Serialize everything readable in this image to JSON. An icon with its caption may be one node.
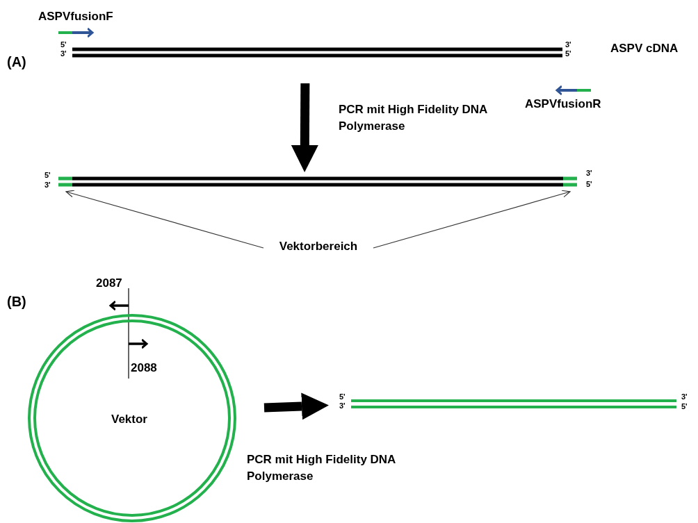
{
  "diagram": {
    "nodes": [
      {
        "text": [],
        "shape": "bar",
        "beside": [
          "5'",
          "3'",
          "3'",
          "5'"
        ]
      },
      {
        "text": [
          "ASPVfusionF"
        ]
      },
      {
        "text": [
          "ASPVfusionR"
        ]
      },
      {
        "text": [],
        "shape": "bar",
        "beside": [
          "5'",
          "3'",
          "3'",
          "5'"
        ]
      },
      {
        "text": [
          "Vektorbereich"
        ]
      },
      {
        "text": [],
        "shape": "bar",
        "in": 3
      },
      {
        "text": [],
        "shape": "bar",
        "in": 3
      },
      {
        "text": [
          "Vektor"
        ]
      },
      {
        "text": [],
        "shape": "bar",
        "beside": [
          "5'",
          "3'",
          "3'",
          "5'"
        ]
      }
    ],
    "edges": [
      {
        "from": 0,
        "to": 3,
        "arrow": "to",
        "style": "thick",
        "label": "PCR mit High Fidelity DNA Polymerase"
      },
      {
        "from": 4,
        "to": 5,
        "arrow": "to"
      },
      {
        "from": 4,
        "to": 6,
        "arrow": "to"
      },
      {
        "from": 7,
        "to": 8,
        "arrow": "to",
        "style": "thick",
        "label": "PCR mit High Fidelity DNA Polymerase"
      }
    ],
    "labels": [
      "(A)",
      "ASPV cDNA",
      "(B)",
      "2087",
      "2088"
    ]
  }
}
